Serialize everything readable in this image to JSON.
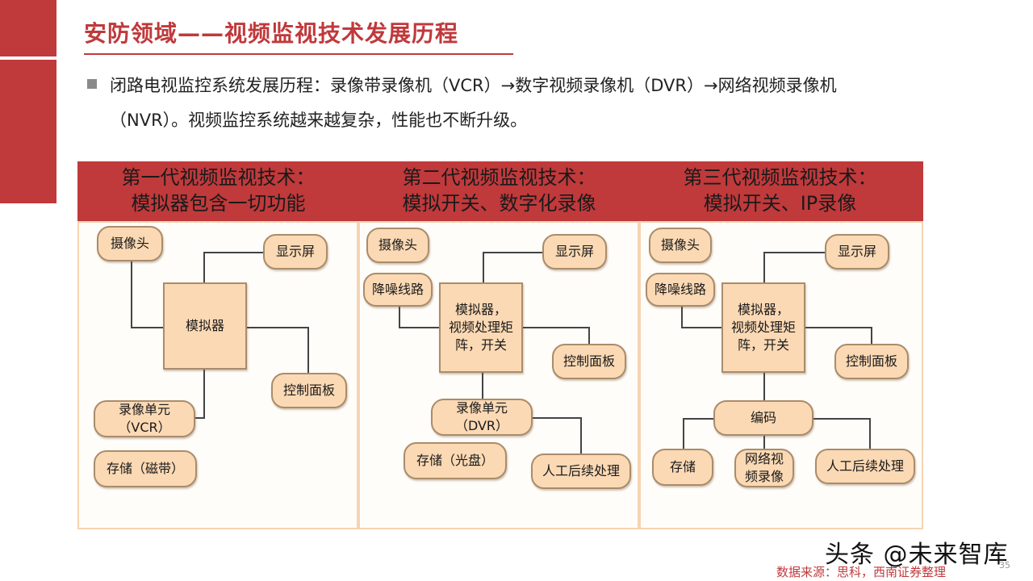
{
  "slide": {
    "title": "安防领域——视频监视技术发展历程",
    "bullet_line1": "闭路电视监控系统发展历程：录像带录像机（VCR）→数字视频录像机（DVR）→网络视频录像机",
    "bullet_line2": "（NVR）。视频监控系统越来越复杂，性能也不断升级。",
    "accent_color": "#c0393b"
  },
  "generations": [
    {
      "title_line1": "第一代视频监视技术：",
      "title_line2": "模拟器包含一切功能",
      "nodes": {
        "camera": "摄像头",
        "display": "显示屏",
        "core": "模拟器",
        "control": "控制面板",
        "recorder_line1": "录像单元",
        "recorder_line2": "（VCR）",
        "storage": "存储（磁带）"
      }
    },
    {
      "title_line1": "第二代视频监视技术：",
      "title_line2": "模拟开关、数字化录像",
      "nodes": {
        "camera": "摄像头",
        "display": "显示屏",
        "denoise": "降噪线路",
        "core_line1": "模拟器，",
        "core_line2": "视频处理矩",
        "core_line3": "阵，开关",
        "control": "控制面板",
        "recorder_line1": "录像单元",
        "recorder_line2": "（DVR）",
        "storage": "存储（光盘）",
        "post": "人工后续处理"
      }
    },
    {
      "title_line1": "第三代视频监视技术：",
      "title_line2": "模拟开关、IP录像",
      "nodes": {
        "camera": "摄像头",
        "display": "显示屏",
        "denoise": "降噪线路",
        "core_line1": "模拟器，",
        "core_line2": "视频处理矩",
        "core_line3": "阵，开关",
        "control": "控制面板",
        "encoder": "编码",
        "storage": "存储",
        "nvr_line1": "网络视",
        "nvr_line2": "频录像",
        "post": "人工后续处理"
      }
    }
  ],
  "footer": {
    "watermark": "头条 @未来智库",
    "source": "数据来源：思科，西南证券整理",
    "page_number": "35"
  }
}
